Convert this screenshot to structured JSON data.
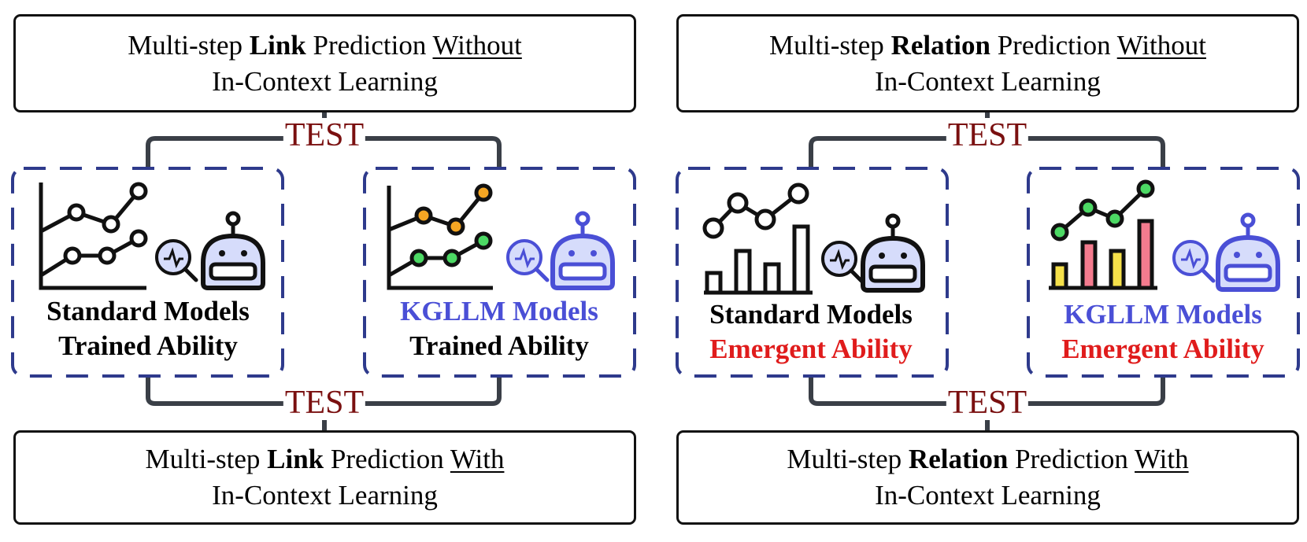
{
  "left": {
    "top_box": {
      "l1_pre": "Multi-step ",
      "l1_bold": "Link",
      "l1_mid": " Prediction ",
      "l1_u": "Without",
      "l2": "In-Context Learning"
    },
    "bottom_box": {
      "l1_pre": "Multi-step ",
      "l1_bold": "Link",
      "l1_mid": " Prediction ",
      "l1_u": "With",
      "l2": "In-Context Learning"
    },
    "test_top": "TEST",
    "test_bottom": "TEST",
    "model_a": {
      "name": "Standard Models",
      "ability": "Trained Ability"
    },
    "model_b": {
      "name": "KGLLM Models",
      "ability": "Trained Ability"
    }
  },
  "right": {
    "top_box": {
      "l1_pre": "Multi-step ",
      "l1_bold": "Relation",
      "l1_mid": " Prediction ",
      "l1_u": "Without",
      "l2": "In-Context Learning"
    },
    "bottom_box": {
      "l1_pre": "Multi-step ",
      "l1_bold": "Relation",
      "l1_mid": " Prediction ",
      "l1_u": "With",
      "l2": "In-Context Learning"
    },
    "test_top": "TEST",
    "test_bottom": "TEST",
    "model_a": {
      "name": "Standard Models",
      "ability": "Emergent Ability"
    },
    "model_b": {
      "name": "KGLLM Models",
      "ability": "Emergent Ability"
    }
  },
  "colors": {
    "dashed_border": "#2e3a8c",
    "connector": "#3a3f47",
    "test_text": "#7a1010",
    "kgllm_text": "#4a4fd6",
    "emergent_text": "#e01c1c",
    "robot_fill": "#d6dcfb",
    "orange_dot": "#f5a623",
    "green_dot": "#4cd964",
    "pink_bar": "#f47b8e",
    "yellow_bar": "#f5e04a"
  },
  "icons": [
    "line-chart-icon",
    "magnifier-icon",
    "robot-icon",
    "bar-chart-icon"
  ]
}
